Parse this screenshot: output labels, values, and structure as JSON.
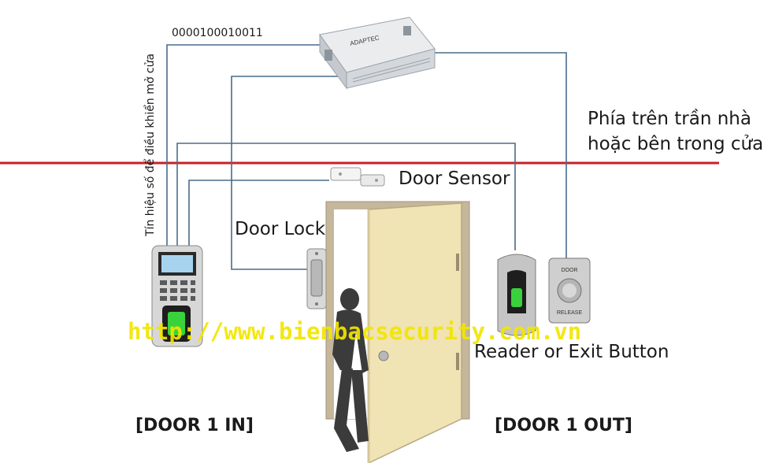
{
  "labels": {
    "binary_code": "0000100010011",
    "vertical_signal": "Tín hiệu số để điều khiển mở cửa",
    "ceiling_line1": "Phía trên trần nhà",
    "ceiling_line2": "hoặc bên trong cửa",
    "door_sensor": "Door Sensor",
    "door_lock": "Door Lock",
    "reader_or_exit": "Reader or Exit Button",
    "door_in": "[DOOR 1 IN]",
    "door_out": "[DOOR 1 OUT]"
  },
  "controller": {
    "brand": "ADAPTEC"
  },
  "exit_button": {
    "top_text": "DOOR",
    "bottom_text": "RELEASE"
  },
  "watermark": {
    "text": "http://www.bienbacsecurity.com.vn"
  },
  "colors": {
    "wire": "#4a6b8a",
    "ceiling_line": "#c8202a",
    "watermark": "#f2e600",
    "door_panel": "#f0e3b4",
    "door_frame": "#c4b79c",
    "text": "#1a1a1a"
  }
}
